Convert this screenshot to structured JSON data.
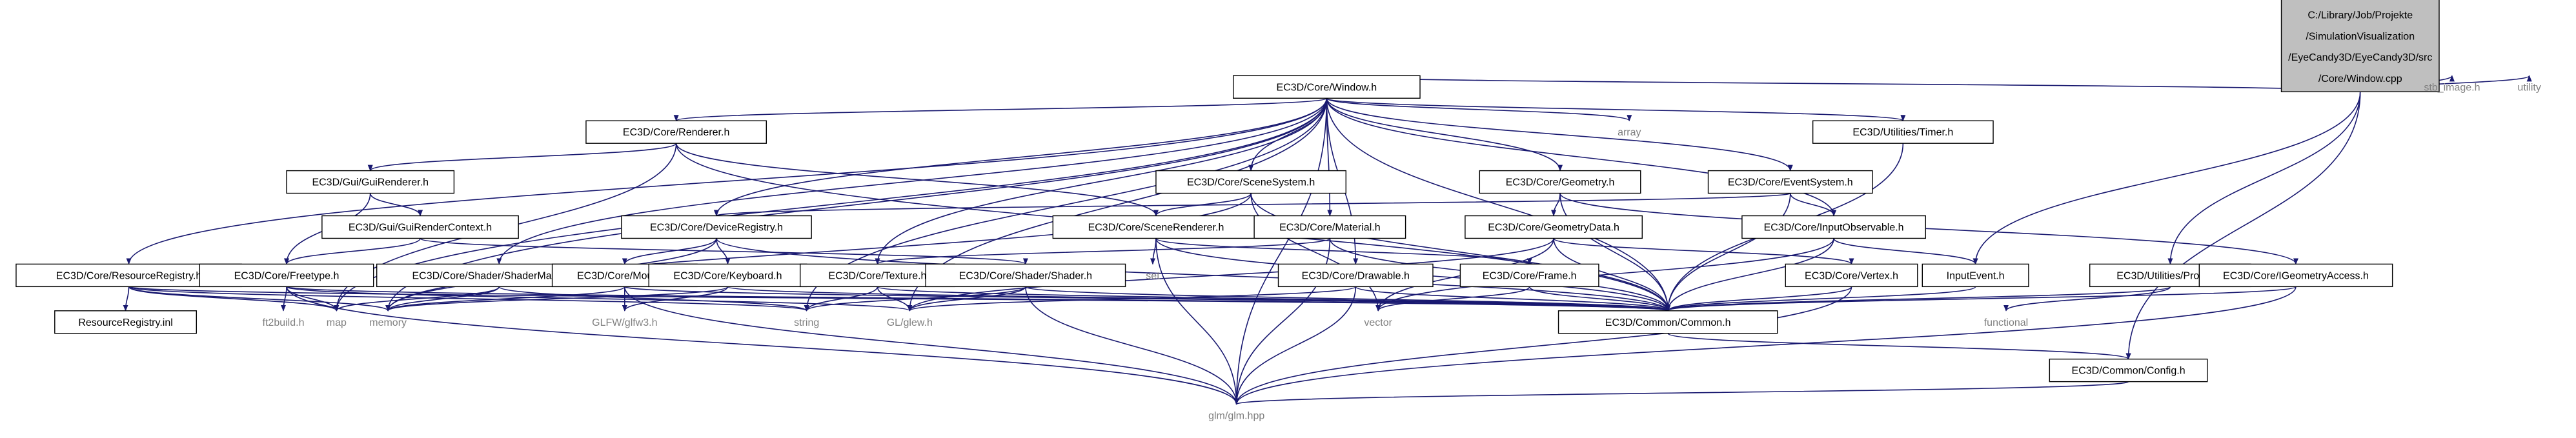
{
  "diagram": {
    "colors": {
      "edge": "#191970",
      "root_fill": "#bfbfbf",
      "node_fill": "#ffffff",
      "external_text": "#7f7f7f"
    },
    "root": {
      "id": "root",
      "lines": [
        "C:/Library/Job/Projekte",
        "/SimulationVisualization",
        "/EyeCandy3D/EyeCandy3D/src",
        "/Core/Window.cpp"
      ]
    },
    "nodes": [
      {
        "id": "window_h",
        "label": "EC3D/Core/Window.h"
      },
      {
        "id": "stb_image",
        "label": "stb_image.h",
        "external": true
      },
      {
        "id": "utility",
        "label": "utility",
        "external": true
      },
      {
        "id": "renderer",
        "label": "EC3D/Core/Renderer.h"
      },
      {
        "id": "array",
        "label": "array",
        "external": true
      },
      {
        "id": "timer",
        "label": "EC3D/Utilities/Timer.h"
      },
      {
        "id": "guirenderer",
        "label": "EC3D/Gui/GuiRenderer.h"
      },
      {
        "id": "scenesystem",
        "label": "EC3D/Core/SceneSystem.h"
      },
      {
        "id": "geometry",
        "label": "EC3D/Core/Geometry.h"
      },
      {
        "id": "eventsystem",
        "label": "EC3D/Core/EventSystem.h"
      },
      {
        "id": "guirendercontext",
        "label": "EC3D/Gui/GuiRenderContext.h"
      },
      {
        "id": "deviceregistry",
        "label": "EC3D/Core/DeviceRegistry.h"
      },
      {
        "id": "scenerenderer",
        "label": "EC3D/Core/SceneRenderer.h"
      },
      {
        "id": "material",
        "label": "EC3D/Core/Material.h"
      },
      {
        "id": "geometrydata",
        "label": "EC3D/Core/GeometryData.h"
      },
      {
        "id": "inputobservable",
        "label": "EC3D/Core/InputObservable.h"
      },
      {
        "id": "resourceregistry",
        "label": "EC3D/Core/ResourceRegistry.h"
      },
      {
        "id": "freetype",
        "label": "EC3D/Core/Freetype.h"
      },
      {
        "id": "shadermanager",
        "label": "EC3D/Core/Shader/ShaderManager.h"
      },
      {
        "id": "mouse",
        "label": "EC3D/Core/Mouse.h"
      },
      {
        "id": "keyboard",
        "label": "EC3D/Core/Keyboard.h"
      },
      {
        "id": "texture",
        "label": "EC3D/Core/Texture.h"
      },
      {
        "id": "shader",
        "label": "EC3D/Core/Shader/Shader.h"
      },
      {
        "id": "set",
        "label": "set",
        "external": true
      },
      {
        "id": "drawable",
        "label": "EC3D/Core/Drawable.h"
      },
      {
        "id": "frame",
        "label": "EC3D/Core/Frame.h"
      },
      {
        "id": "vertex",
        "label": "EC3D/Core/Vertex.h"
      },
      {
        "id": "inputevent",
        "label": "InputEvent.h"
      },
      {
        "id": "profiler",
        "label": "EC3D/Utilities/Profiler.h"
      },
      {
        "id": "igeometryaccess",
        "label": "EC3D/Core/IGeometryAccess.h"
      },
      {
        "id": "resourceregistry_inl",
        "label": "ResourceRegistry.inl"
      },
      {
        "id": "ft2build",
        "label": "ft2build.h",
        "external": true
      },
      {
        "id": "map",
        "label": "map",
        "external": true
      },
      {
        "id": "memory",
        "label": "memory",
        "external": true
      },
      {
        "id": "glfw3",
        "label": "GLFW/glfw3.h",
        "external": true
      },
      {
        "id": "string",
        "label": "string",
        "external": true
      },
      {
        "id": "glew",
        "label": "GL/glew.h",
        "external": true
      },
      {
        "id": "vector",
        "label": "vector",
        "external": true
      },
      {
        "id": "common",
        "label": "EC3D/Common/Common.h"
      },
      {
        "id": "functional",
        "label": "functional",
        "external": true
      },
      {
        "id": "config",
        "label": "EC3D/Common/Config.h"
      },
      {
        "id": "glm",
        "label": "glm/glm.hpp",
        "external": true
      }
    ],
    "edges": [
      [
        "root",
        "window_h"
      ],
      [
        "root",
        "stb_image"
      ],
      [
        "root",
        "utility"
      ],
      [
        "root",
        "inputevent"
      ],
      [
        "root",
        "profiler"
      ],
      [
        "root",
        "config"
      ],
      [
        "window_h",
        "renderer"
      ],
      [
        "window_h",
        "array"
      ],
      [
        "window_h",
        "timer"
      ],
      [
        "window_h",
        "scenesystem"
      ],
      [
        "window_h",
        "geometry"
      ],
      [
        "window_h",
        "eventsystem"
      ],
      [
        "window_h",
        "deviceregistry"
      ],
      [
        "window_h",
        "material"
      ],
      [
        "window_h",
        "inputobservable"
      ],
      [
        "window_h",
        "resourceregistry"
      ],
      [
        "window_h",
        "shadermanager"
      ],
      [
        "window_h",
        "texture"
      ],
      [
        "window_h",
        "drawable"
      ],
      [
        "window_h",
        "map"
      ],
      [
        "window_h",
        "memory"
      ],
      [
        "window_h",
        "string"
      ],
      [
        "window_h",
        "glew"
      ],
      [
        "window_h",
        "common"
      ],
      [
        "window_h",
        "glm"
      ],
      [
        "renderer",
        "guirenderer"
      ],
      [
        "renderer",
        "scenerenderer"
      ],
      [
        "renderer",
        "common"
      ],
      [
        "renderer",
        "map"
      ],
      [
        "guirenderer",
        "guirendercontext"
      ],
      [
        "guirenderer",
        "freetype"
      ],
      [
        "guirendercontext",
        "freetype"
      ],
      [
        "guirendercontext",
        "shader"
      ],
      [
        "scenesystem",
        "scenerenderer"
      ],
      [
        "scenesystem",
        "memory"
      ],
      [
        "scenesystem",
        "vector"
      ],
      [
        "scenesystem",
        "common"
      ],
      [
        "geometry",
        "geometrydata"
      ],
      [
        "geometry",
        "igeometryaccess"
      ],
      [
        "geometry",
        "common"
      ],
      [
        "eventsystem",
        "inputobservable"
      ],
      [
        "eventsystem",
        "deviceregistry"
      ],
      [
        "eventsystem",
        "common"
      ],
      [
        "deviceregistry",
        "mouse"
      ],
      [
        "deviceregistry",
        "keyboard"
      ],
      [
        "deviceregistry",
        "memory"
      ],
      [
        "deviceregistry",
        "common"
      ],
      [
        "scenerenderer",
        "set"
      ],
      [
        "scenerenderer",
        "frame"
      ],
      [
        "scenerenderer",
        "common"
      ],
      [
        "scenerenderer",
        "glm"
      ],
      [
        "material",
        "texture"
      ],
      [
        "material",
        "common"
      ],
      [
        "material",
        "glm"
      ],
      [
        "geometrydata",
        "vertex"
      ],
      [
        "geometrydata",
        "vector"
      ],
      [
        "geometrydata",
        "common"
      ],
      [
        "geometrydata",
        "glew"
      ],
      [
        "inputobservable",
        "inputevent"
      ],
      [
        "inputobservable",
        "common"
      ],
      [
        "inputobservable",
        "vector"
      ],
      [
        "timer",
        "common"
      ],
      [
        "resourceregistry",
        "resourceregistry_inl"
      ],
      [
        "resourceregistry",
        "map"
      ],
      [
        "resourceregistry",
        "memory"
      ],
      [
        "resourceregistry",
        "string"
      ],
      [
        "resourceregistry",
        "common"
      ],
      [
        "freetype",
        "ft2build"
      ],
      [
        "freetype",
        "map"
      ],
      [
        "freetype",
        "glew"
      ],
      [
        "freetype",
        "glm"
      ],
      [
        "freetype",
        "common"
      ],
      [
        "shadermanager",
        "shader"
      ],
      [
        "shadermanager",
        "map"
      ],
      [
        "shadermanager",
        "memory"
      ],
      [
        "shadermanager",
        "string"
      ],
      [
        "mouse",
        "glfw3"
      ],
      [
        "mouse",
        "memory"
      ],
      [
        "mouse",
        "common"
      ],
      [
        "mouse",
        "glm"
      ],
      [
        "keyboard",
        "glfw3"
      ],
      [
        "keyboard",
        "memory"
      ],
      [
        "keyboard",
        "common"
      ],
      [
        "texture",
        "glew"
      ],
      [
        "texture",
        "string"
      ],
      [
        "texture",
        "common"
      ],
      [
        "shader",
        "glew"
      ],
      [
        "shader",
        "string"
      ],
      [
        "shader",
        "glm"
      ],
      [
        "shader",
        "common"
      ],
      [
        "drawable",
        "glm"
      ],
      [
        "drawable",
        "common"
      ],
      [
        "drawable",
        "glew"
      ],
      [
        "frame",
        "vector"
      ],
      [
        "frame",
        "common"
      ],
      [
        "vertex",
        "glm"
      ],
      [
        "vertex",
        "common"
      ],
      [
        "inputevent",
        "common"
      ],
      [
        "profiler",
        "common"
      ],
      [
        "profiler",
        "functional"
      ],
      [
        "igeometryaccess",
        "common"
      ],
      [
        "igeometryaccess",
        "glm"
      ],
      [
        "common",
        "config"
      ],
      [
        "config",
        "glm"
      ]
    ]
  }
}
